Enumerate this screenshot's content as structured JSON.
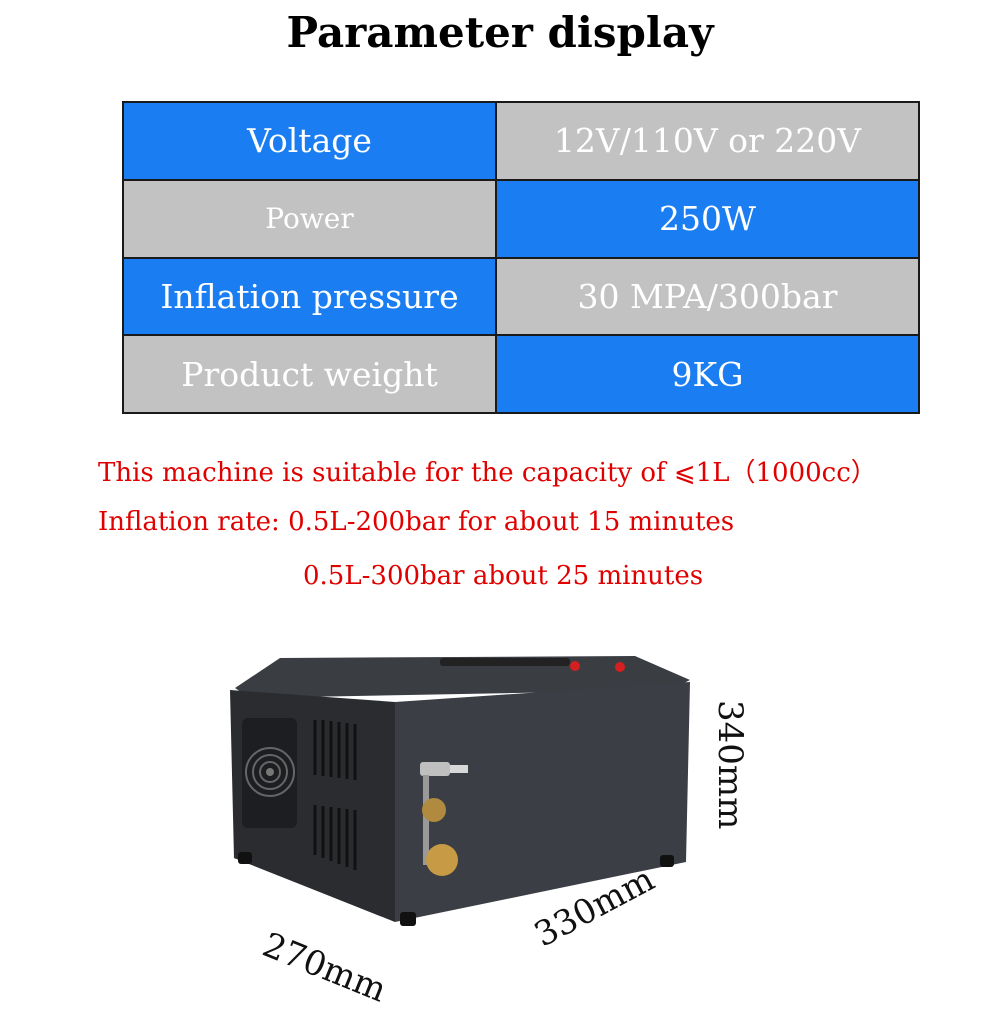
{
  "title": "Parameter display",
  "table": {
    "rows": [
      {
        "label": "Voltage",
        "value": "12V/110V or 220V"
      },
      {
        "label": "Power",
        "value": "250W"
      },
      {
        "label": "Inflation pressure",
        "value": "30 MPA/300bar"
      },
      {
        "label": "Product weight",
        "value": "9KG"
      }
    ]
  },
  "notes": {
    "capacity": "This machine is suitable for the capacity of ⩽1L（1000cc）",
    "rate_line1": "Inflation rate: 0.5L-200bar for about 15 minutes",
    "rate_line2": "0.5L-300bar about 25 minutes"
  },
  "dimensions": {
    "height": "340mm",
    "width": "330mm",
    "depth": "270mm"
  },
  "colors": {
    "blue_cell": "#1a7ef2",
    "gray_cell": "#c2c2c2",
    "note_text": "#e00000"
  }
}
